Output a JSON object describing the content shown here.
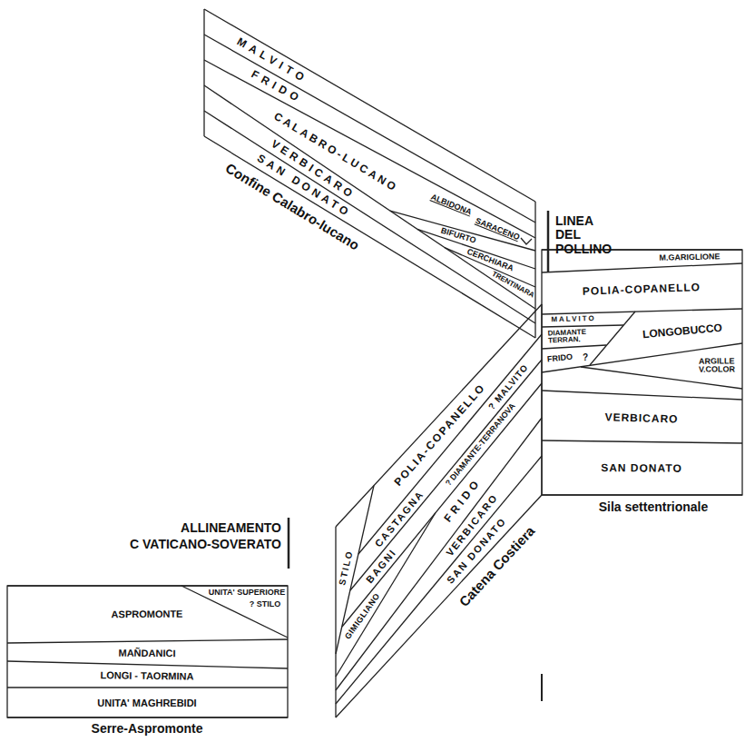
{
  "diagram": {
    "labels": [
      "MALVITO",
      "FRIDO",
      "CALABRO-LUCANO",
      "ALBIDONA",
      "SARACENO",
      "BIFURTO",
      "CERCHIARA",
      "TRENTINARA",
      "VERBICARO",
      "SAN DONATO",
      "Confine Calabro-lucano",
      "LINEA DEL POLLINO",
      "M.GARIGLIONE",
      "POLIA-COPANELLO",
      "MALVITO",
      "DIAMANTE TERRAN.",
      "FRIDO",
      "?",
      "LONGOBUCCO",
      "ARGILLE V.COLOR",
      "VERBICARO",
      "SAN DONATO",
      "Sila settentrionale",
      "POLIA-COPANELLO",
      "? MALVITO",
      "CASTAGNA",
      "? DIAMANTE-TERRANOVA",
      "STILO",
      "BAGNI",
      "FRIDO",
      "GIMIGLIANO",
      "VERBICARO",
      "SAN DONATO",
      "Catena Costiera",
      "ALLINEAMENTO",
      "C VATICANO-SOVERATO",
      "UNITA' SUPERIORE",
      "? STILO",
      "ASPROMONTE",
      "MAÑDANICI",
      "LONGI - TAORMINA",
      "UNITA' MAGHREBIDI",
      "Serre-Aspromonte"
    ]
  }
}
